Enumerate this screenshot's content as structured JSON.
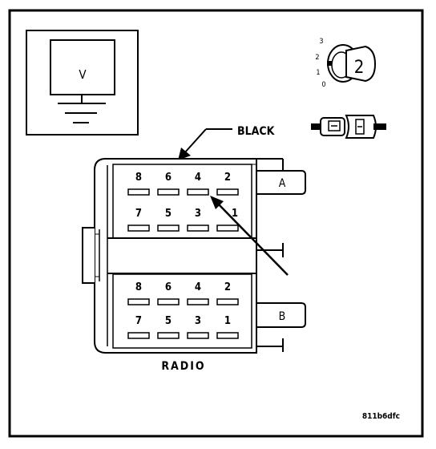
{
  "meter_symbol": {
    "label": "V"
  },
  "selector_dial": {
    "positions": [
      "3",
      "2",
      "1",
      "0"
    ],
    "selected": "2"
  },
  "wire_color_label": "BLACK",
  "connector_halves": [
    "A",
    "B"
  ],
  "connector_title": "RADIO",
  "cavity_rows": {
    "top_row": [
      "8",
      "6",
      "4",
      "2"
    ],
    "bottom_row": [
      "7",
      "5",
      "3",
      "1"
    ]
  },
  "figure_id": "811b6dfc"
}
